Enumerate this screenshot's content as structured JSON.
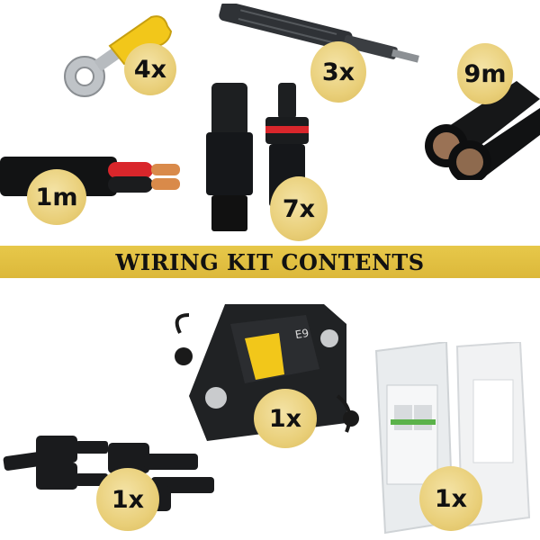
{
  "banner": {
    "title": "WIRING KIT CONTENTS"
  },
  "items": {
    "ring_terminal": {
      "qty": "4x",
      "icon": "ring-terminal-icon"
    },
    "fuse_connector": {
      "qty": "3x",
      "icon": "inline-fuse-connector-icon"
    },
    "battery_cable": {
      "qty": "9m",
      "icon": "battery-cable-icon"
    },
    "red_black_cable": {
      "qty": "1m",
      "icon": "red-black-cable-icon"
    },
    "mc4_connector": {
      "qty": "7x",
      "icon": "mc4-connector-icon"
    },
    "circuit_breaker": {
      "qty": "1x",
      "label": "E9",
      "icon": "circuit-breaker-icon"
    },
    "branch_connector": {
      "qty": "1x",
      "icon": "branch-connector-icon"
    },
    "breaker_enclosure": {
      "qty": "1x",
      "icon": "breaker-enclosure-icon"
    }
  },
  "colors": {
    "badge": "#e9cf79",
    "banner": "#e2c043",
    "cable_red": "#d9262b",
    "terminal_yellow": "#f2c71a"
  }
}
